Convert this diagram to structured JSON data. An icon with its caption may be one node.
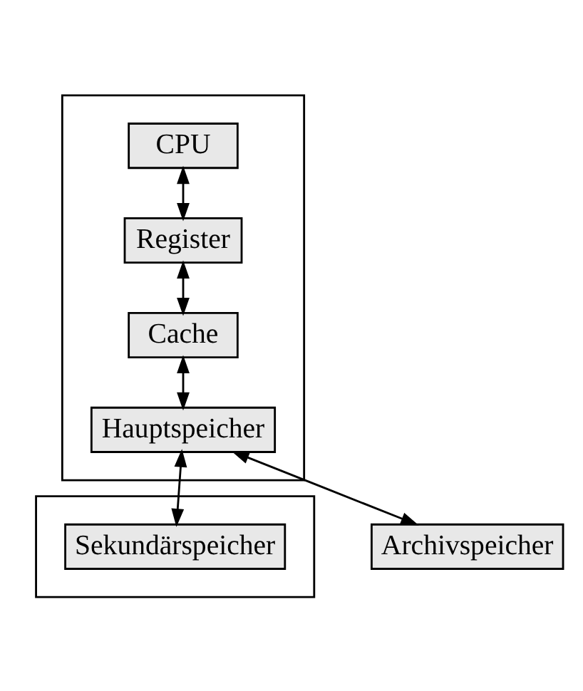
{
  "diagram": {
    "nodes": [
      {
        "text": [],
        "shape": "box"
      },
      {
        "text": [
          "CPU"
        ],
        "in": 0
      },
      {
        "text": [
          "Register"
        ],
        "in": 0
      },
      {
        "text": [
          "Cache"
        ],
        "in": 0
      },
      {
        "text": [
          "Hauptspeicher"
        ],
        "in": 0
      },
      {
        "text": [],
        "shape": "box"
      },
      {
        "text": [
          "Sekundärspeicher"
        ],
        "in": 5
      },
      {
        "text": [
          "Archivspeicher"
        ]
      }
    ],
    "edges": [
      {
        "from": 1,
        "to": 2,
        "arrow": "both"
      },
      {
        "from": 2,
        "to": 3,
        "arrow": "both"
      },
      {
        "from": 3,
        "to": 4,
        "arrow": "both"
      },
      {
        "from": 4,
        "to": 6,
        "arrow": "both"
      },
      {
        "from": 4,
        "to": 7,
        "arrow": "both"
      }
    ]
  }
}
